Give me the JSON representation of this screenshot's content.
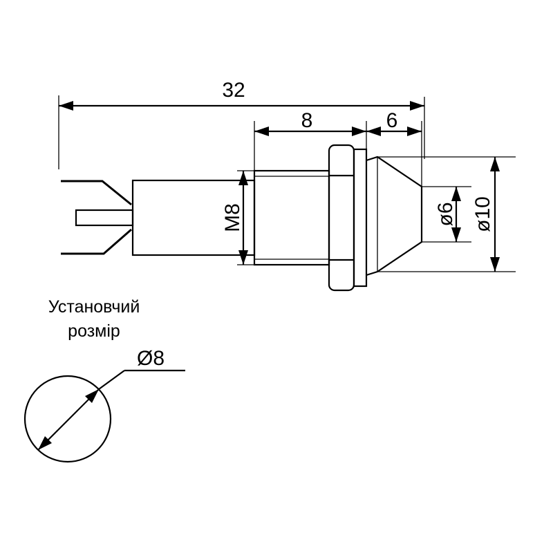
{
  "dimensions": {
    "overall_length": "32",
    "thread_length": "8",
    "lens_length": "6",
    "thread": "M8",
    "inner_diameter": "ø6",
    "outer_diameter": "ø10"
  },
  "mounting": {
    "line1": "Установчий",
    "line2": "розмір",
    "hole_diameter": "Ø8"
  }
}
